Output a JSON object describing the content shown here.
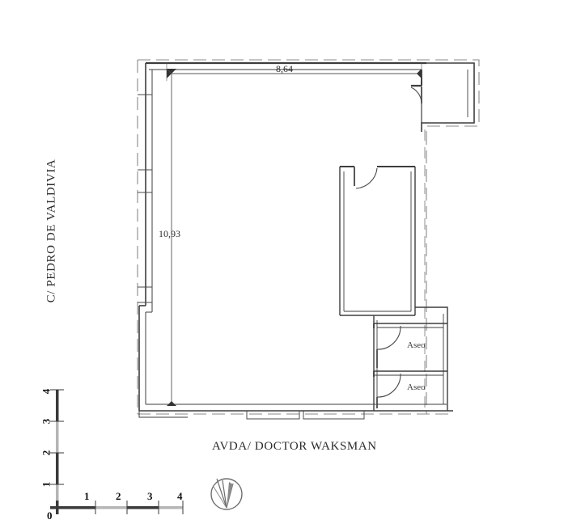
{
  "drawing": {
    "type": "architectural-floor-plan",
    "background_color": "#ffffff",
    "line_color": "#4d4d4d",
    "wall_color": "#3d3d3d",
    "text_color": "#2b2b2b"
  },
  "streets": {
    "left": "C/ PEDRO DE VALDIVIA",
    "bottom": "AVDA/ DOCTOR WAKSMAN"
  },
  "dimensions": {
    "top": "8,64",
    "left": "10,93"
  },
  "rooms": [
    {
      "label": "Aseo"
    },
    {
      "label": "Aseo"
    }
  ],
  "scale_bar": {
    "horizontal_ticks": [
      "1",
      "2",
      "3",
      "4"
    ],
    "vertical_ticks": [
      "1",
      "2",
      "3",
      "4"
    ],
    "origin": "0"
  },
  "compass": {
    "label": "north-arrow"
  }
}
